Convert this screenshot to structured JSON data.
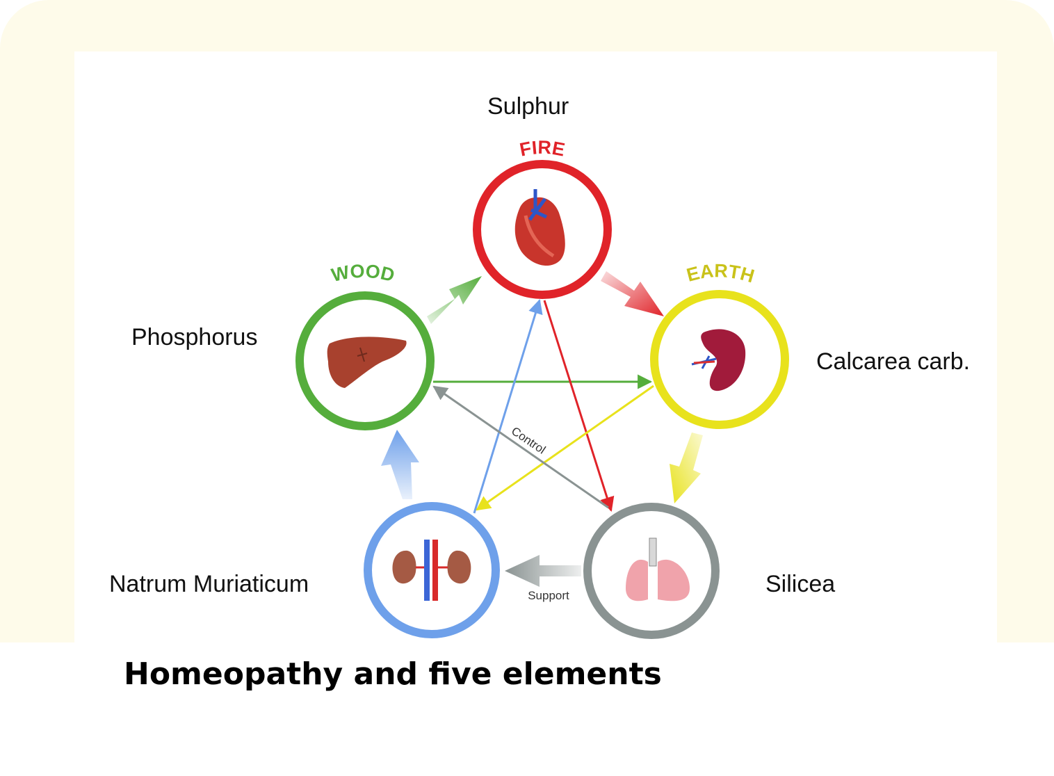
{
  "colors": {
    "frame": "#fefbea",
    "fire": "#e02329",
    "earth": "#e8e21c",
    "metal": "#8a9392",
    "water": "#6ea0ea",
    "wood": "#55ad3c"
  },
  "elements": {
    "fire": {
      "name": "FIRE",
      "remedy": "Sulphur",
      "organ": "heart-icon"
    },
    "earth": {
      "name": "EARTH",
      "remedy": "Calcarea carb.",
      "organ": "spleen-icon"
    },
    "metal": {
      "name": "",
      "remedy": "Silicea",
      "organ": "lungs-icon"
    },
    "water": {
      "name": "",
      "remedy": "Natrum Muriaticum",
      "organ": "kidneys-icon"
    },
    "wood": {
      "name": "WOOD",
      "remedy": "Phosphorus",
      "organ": "liver-icon"
    }
  },
  "arrow_labels": {
    "control": "Control",
    "support": "Support"
  },
  "caption": "Homeopathy and five elements"
}
